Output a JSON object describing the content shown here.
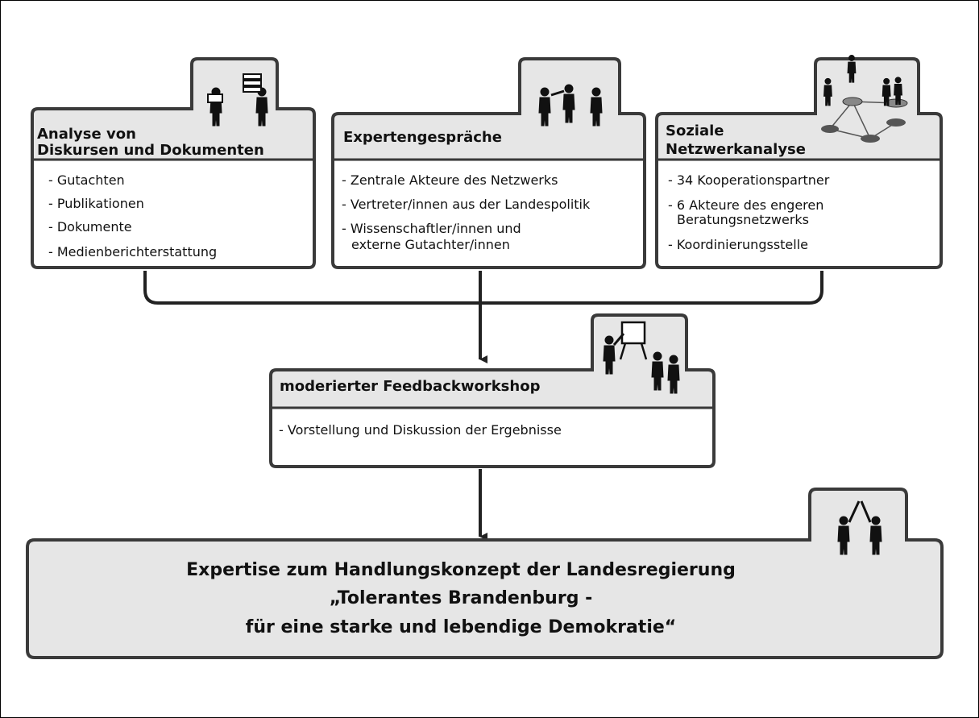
{
  "boxes": {
    "analysis": {
      "title_lines": [
        "Analyse von",
        "Diskursen und Dokumenten"
      ],
      "items": [
        "- Gutachten",
        "- Publikationen",
        "- Dokumente",
        "- Medienberichterstattung"
      ],
      "icon": "person-reading-and-person-carrying-documents-icon"
    },
    "interviews": {
      "title": "Expertengespräche",
      "items": [
        "- Zentrale Akteure des Netzwerks",
        "- Vertreter/innen aus der Landespolitik",
        "- Wissenschaftler/innen und",
        "externe Gutachter/innen"
      ],
      "icon": "three-people-talking-icon"
    },
    "network": {
      "title_lines": [
        "Soziale",
        "Netzwerkanalyse"
      ],
      "items": [
        "- 34 Kooperationspartner",
        "- 6 Akteure des engeren",
        "Beratungsnetzwerks",
        "- Koordinierungsstelle"
      ],
      "icon": "network-of-people-icon"
    },
    "workshop": {
      "title": "moderierter Feedbackworkshop",
      "items": [
        "- Vorstellung und Diskussion der Ergebnisse"
      ],
      "icon": "presenter-at-flipchart-icon"
    },
    "expertise": {
      "lines": [
        "Expertise zum Handlungskonzept der Landesregierung",
        "„Tolerantes Brandenburg -",
        "für eine starke und lebendige Demokratie“"
      ],
      "icon": "two-people-high-five-icon"
    }
  },
  "colors": {
    "box_fill": "#e6e6e6",
    "stroke": "#3a3a3a",
    "arrow": "#222222"
  }
}
